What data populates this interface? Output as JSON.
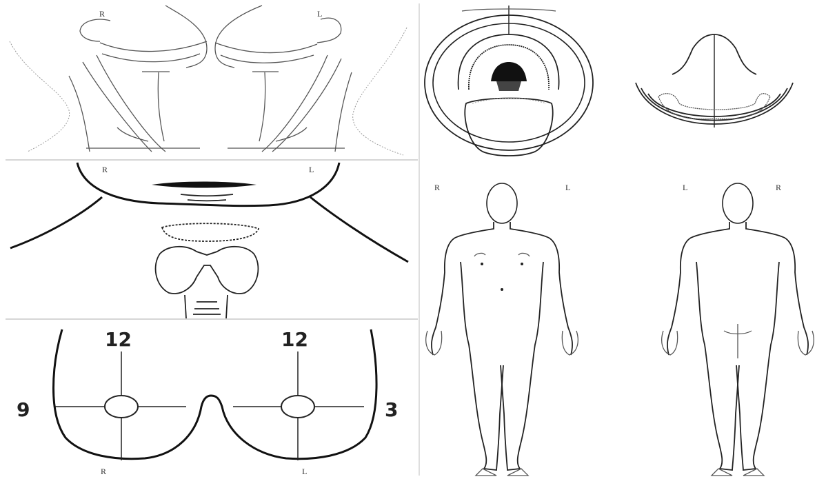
{
  "panels": {
    "neck_lateral": {
      "label_right": "R",
      "label_left": "L"
    },
    "thyroid": {
      "label_right": "R",
      "label_left": "L"
    },
    "breasts": {
      "top_left_clock": "12",
      "top_right_clock": "12",
      "left_side_clock": "9",
      "right_side_clock": "3",
      "label_right": "R",
      "label_left": "L"
    },
    "body_front": {
      "label_right": "R",
      "label_left": "L"
    },
    "body_back": {
      "label_left": "L",
      "label_right": "R"
    }
  }
}
